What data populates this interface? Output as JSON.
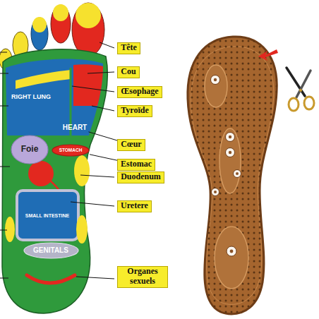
{
  "diagram": {
    "nodes": [
      {
        "text": [
          "RIGHT LUNG"
        ]
      },
      {
        "text": [
          "HEART"
        ]
      },
      {
        "text": [
          "Foie"
        ]
      },
      {
        "text": [
          "STOMACH"
        ]
      },
      {
        "text": [
          "SMALL INTESTINE"
        ]
      },
      {
        "text": [
          "GENITALS"
        ]
      },
      {
        "text": [
          "Tête"
        ]
      },
      {
        "text": [
          "Cou"
        ]
      },
      {
        "text": [
          "Œsophage"
        ]
      },
      {
        "text": [
          "Tyroïde"
        ]
      },
      {
        "text": [
          "Cœur"
        ]
      },
      {
        "text": [
          "Estomac"
        ]
      },
      {
        "text": [
          "Duodenum"
        ]
      },
      {
        "text": [
          "Uretere"
        ]
      },
      {
        "text": [
          "Organes sexuels"
        ]
      }
    ],
    "edges": [
      {
        "from": 10,
        "to": 1,
        "arrow": "none"
      },
      {
        "from": 11,
        "to": 3,
        "arrow": "none"
      }
    ]
  }
}
